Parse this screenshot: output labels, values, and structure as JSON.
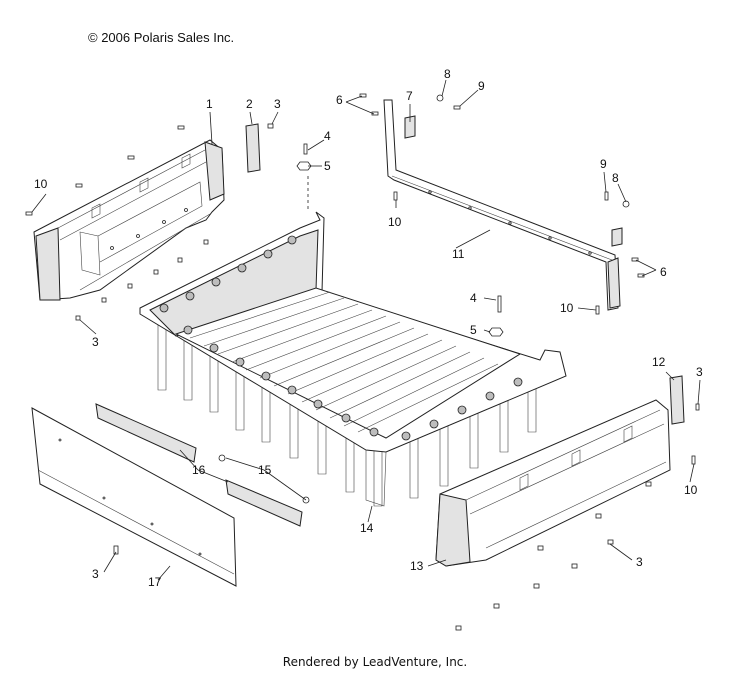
{
  "copyright": "© 2006 Polaris Sales Inc.",
  "footer": "Rendered by LeadVenture, Inc.",
  "callouts": [
    {
      "id": "c1",
      "text": "1"
    },
    {
      "id": "c2",
      "text": "2"
    },
    {
      "id": "c3a",
      "text": "3"
    },
    {
      "id": "c6a",
      "text": "6"
    },
    {
      "id": "c7",
      "text": "7"
    },
    {
      "id": "c8a",
      "text": "8"
    },
    {
      "id": "c9a",
      "text": "9"
    },
    {
      "id": "c4a",
      "text": "4"
    },
    {
      "id": "c5a",
      "text": "5"
    },
    {
      "id": "c10a",
      "text": "10"
    },
    {
      "id": "c10b",
      "text": "10"
    },
    {
      "id": "c9b",
      "text": "9"
    },
    {
      "id": "c8b",
      "text": "8"
    },
    {
      "id": "c11",
      "text": "11"
    },
    {
      "id": "c6b",
      "text": "6"
    },
    {
      "id": "c3b",
      "text": "3"
    },
    {
      "id": "c4b",
      "text": "4"
    },
    {
      "id": "c5b",
      "text": "5"
    },
    {
      "id": "c10c",
      "text": "10"
    },
    {
      "id": "c12",
      "text": "12"
    },
    {
      "id": "c3c",
      "text": "3"
    },
    {
      "id": "c10d",
      "text": "10"
    },
    {
      "id": "c16",
      "text": "16"
    },
    {
      "id": "c15",
      "text": "15"
    },
    {
      "id": "c14",
      "text": "14"
    },
    {
      "id": "c13",
      "text": "13"
    },
    {
      "id": "c3d",
      "text": "3"
    },
    {
      "id": "c3e",
      "text": "3"
    },
    {
      "id": "c17",
      "text": "17"
    }
  ]
}
